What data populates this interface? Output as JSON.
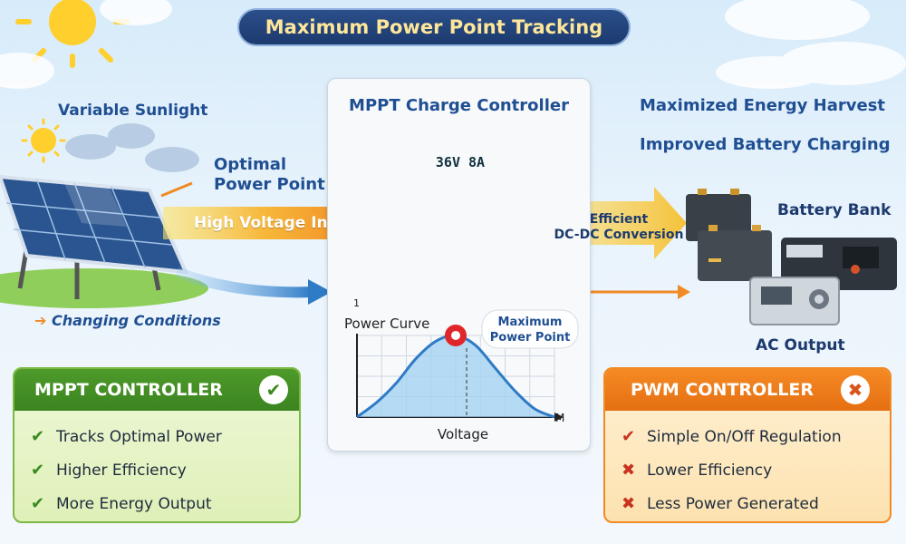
{
  "title": "Maximum Power Point Tracking",
  "left": {
    "sunlight": "Variable Sunlight",
    "optimal_line1": "Optimal",
    "optimal_line2": "Power Point",
    "high_voltage": "High Voltage Input",
    "changing": "Changing Conditions"
  },
  "controller": {
    "title": "MPPT Charge Controller",
    "display": "36V 8A"
  },
  "right": {
    "harvest": "Maximized Energy Harvest",
    "battery_charging": "Improved Battery Charging",
    "efficient_line1": "Efficient",
    "efficient_line2": "DC-DC Conversion",
    "battery_bank": "Battery Bank",
    "ac_output": "AC Output"
  },
  "chart_data": {
    "type": "line",
    "title": "Power Curve",
    "xlabel": "Voltage",
    "ylabel": "",
    "x_axis_end_label": "M",
    "y_axis_mark": "1",
    "peak_label_line1": "Maximum",
    "peak_label_line2": "Power Point",
    "x": [
      0,
      0.1,
      0.2,
      0.3,
      0.4,
      0.5,
      0.6,
      0.7,
      0.8,
      0.9,
      1.0
    ],
    "series": [
      {
        "values": [
          0.0,
          0.18,
          0.42,
          0.72,
          0.93,
          1.0,
          0.88,
          0.6,
          0.32,
          0.1,
          0.0
        ]
      }
    ],
    "peak_x": 0.5,
    "grid": true
  },
  "mppt_box": {
    "title": "MPPT CONTROLLER",
    "items": [
      "Tracks Optimal Power",
      "Higher Efficiency",
      "More Energy Output"
    ]
  },
  "pwm_box": {
    "title": "PWM CONTROLLER",
    "items": [
      "Simple On/Off Regulation",
      "Lower Efficiency",
      "Less Power Generated"
    ]
  },
  "colors": {
    "title_bg": "#1c3a6e",
    "title_text": "#ffe79a",
    "label_blue": "#1f4f92",
    "orange_arrow": "#f08a24",
    "yellow_arrow": "#f7c93a",
    "green": "#3b8420",
    "curve": "#2f7bc6"
  }
}
